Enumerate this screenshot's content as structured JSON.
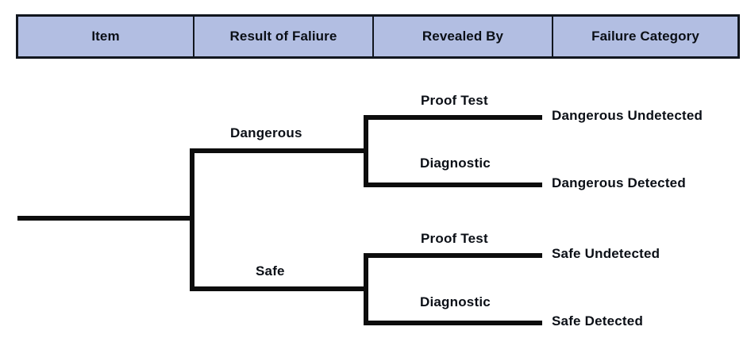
{
  "table": {
    "headers": [
      {
        "id": "item",
        "label": "Item"
      },
      {
        "id": "result-of-failure",
        "label": "Result of Faliure"
      },
      {
        "id": "revealed-by",
        "label": "Revealed By"
      },
      {
        "id": "failure-category",
        "label": "Failure Category"
      }
    ],
    "header_fill": "#b2bee2",
    "border_color": "#11161e"
  },
  "diagram": {
    "type": "tree",
    "line_color": "#0d0d0d",
    "root": {
      "label": ""
    },
    "level1": [
      {
        "id": "dangerous",
        "label": "Dangerous"
      },
      {
        "id": "safe",
        "label": "Safe"
      }
    ],
    "level2": [
      {
        "id": "proof-test-dangerous",
        "label": "Proof Test"
      },
      {
        "id": "diagnostic-dangerous",
        "label": "Diagnostic"
      },
      {
        "id": "proof-test-safe",
        "label": "Proof Test"
      },
      {
        "id": "diagnostic-safe",
        "label": "Diagnostic"
      }
    ],
    "outcomes": [
      {
        "id": "dangerous-undetected",
        "label": "Dangerous Undetected"
      },
      {
        "id": "dangerous-detected",
        "label": "Dangerous Detected"
      },
      {
        "id": "safe-undetected",
        "label": "Safe Undetected"
      },
      {
        "id": "safe-detected",
        "label": "Safe Detected"
      }
    ]
  }
}
